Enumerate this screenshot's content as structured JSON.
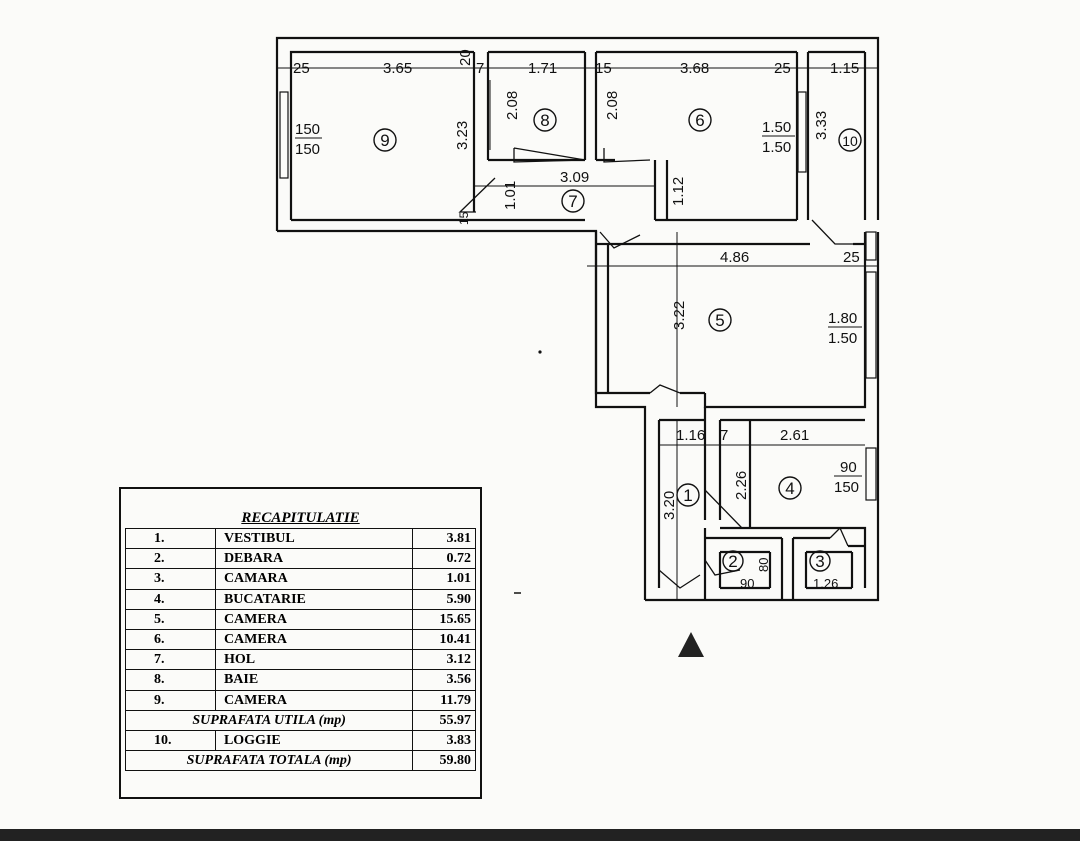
{
  "rooms": [
    {
      "no": "1"
    },
    {
      "no": "2"
    },
    {
      "no": "3"
    },
    {
      "no": "4"
    },
    {
      "no": "5"
    },
    {
      "no": "6"
    },
    {
      "no": "7"
    },
    {
      "no": "8"
    },
    {
      "no": "9"
    },
    {
      "no": "10"
    }
  ],
  "dims": {
    "d25a": "25",
    "d365": "3.65",
    "d20": "20",
    "d7a": "7",
    "d171": "1.71",
    "d15a": "15",
    "d368": "3.68",
    "d25b": "25",
    "d115": "1.15",
    "d323": "3.23",
    "d208a": "2.08",
    "d208b": "2.08",
    "d333": "3.33",
    "d150a": "150",
    "d150b": "150",
    "d150c": "1.50",
    "d150d": "1.50",
    "d309": "3.09",
    "d101": "1.01",
    "d112": "1.12",
    "d15b": "15",
    "d486": "4.86",
    "d25c": "25",
    "d322": "3.22",
    "d180": "1.80",
    "d150e": "1.50",
    "d116": "1.16",
    "d7b": "7",
    "d261": "2.61",
    "d226": "2.26",
    "d320": "3.20",
    "d90a": "90",
    "d150f": "150",
    "d80": "80",
    "d90b": "90",
    "d126": "1.26"
  },
  "recap": {
    "title": "RECAPITULATIE",
    "rows": [
      {
        "no": "1.",
        "name": "VESTIBUL",
        "area": "3.81"
      },
      {
        "no": "2.",
        "name": "DEBARA",
        "area": "0.72"
      },
      {
        "no": "3.",
        "name": "CAMARA",
        "area": "1.01"
      },
      {
        "no": "4.",
        "name": "BUCATARIE",
        "area": "5.90"
      },
      {
        "no": "5.",
        "name": "CAMERA",
        "area": "15.65"
      },
      {
        "no": "6.",
        "name": "CAMERA",
        "area": "10.41"
      },
      {
        "no": "7.",
        "name": "HOL",
        "area": "3.12"
      },
      {
        "no": "8.",
        "name": "BAIE",
        "area": "3.56"
      },
      {
        "no": "9.",
        "name": "CAMERA",
        "area": "11.79"
      }
    ],
    "useful_label": "SUPRAFATA UTILA (mp)",
    "useful_value": "55.97",
    "loggia": {
      "no": "10.",
      "name": "LOGGIE",
      "area": "3.83"
    },
    "total_label": "SUPRAFATA TOTALA (mp)",
    "total_value": "59.80"
  }
}
